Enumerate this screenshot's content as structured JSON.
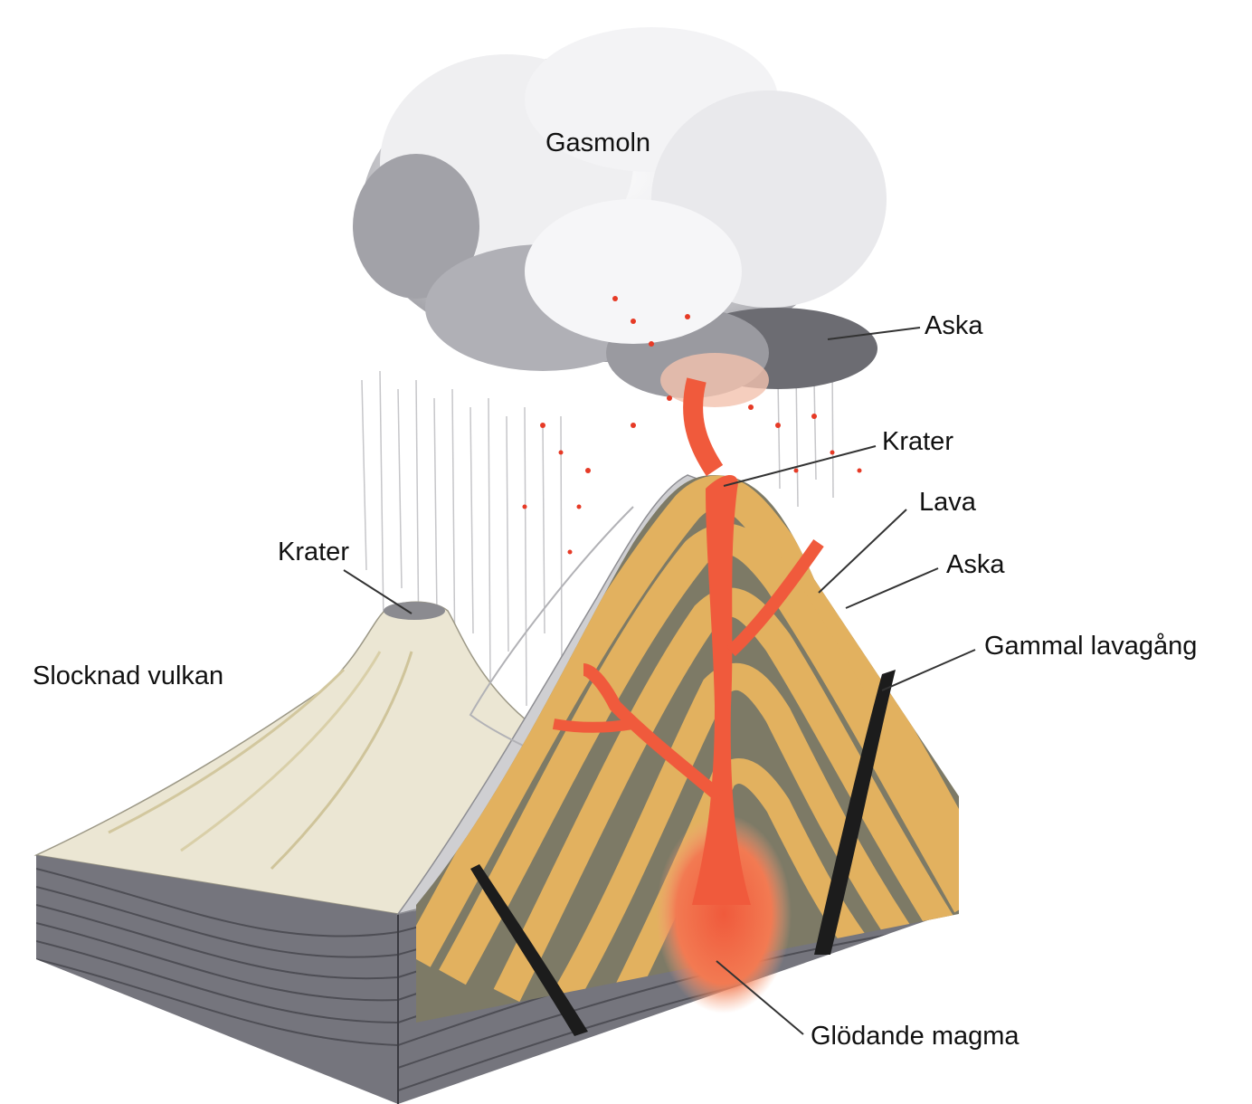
{
  "labels": {
    "gasmoln": "Gasmoln",
    "aska_cloud": "Aska",
    "krater_main": "Krater",
    "lava": "Lava",
    "aska_layer": "Aska",
    "gammal_lavagang": "Gammal lavagång",
    "krater_small": "Krater",
    "slocknad_vulkan": "Slocknad vulkan",
    "glodande_magma": "Glödande magma"
  },
  "colors": {
    "background": "#ffffff",
    "magma": "#f05a3c",
    "lava_layer": "#e2b15f",
    "ash_layer": "#7d7a66",
    "bedrock": "#6f6f77",
    "extinct_volcano": "#e6e1cf",
    "cloud": "#b9b9bd",
    "dike": "#1c1c1c",
    "leader_line": "#333333"
  }
}
